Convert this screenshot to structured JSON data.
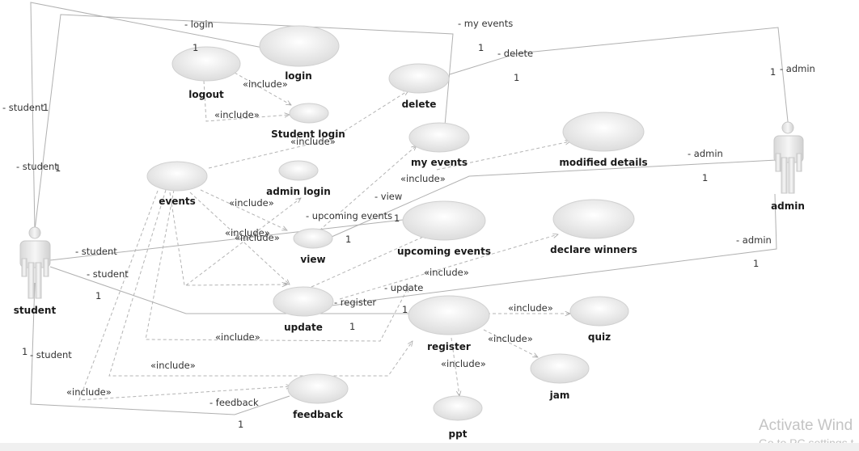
{
  "actors": {
    "student": "student",
    "admin": "admin"
  },
  "use_cases": {
    "login": "login",
    "logout": "logout",
    "student_login": "Student login",
    "delete": "delete",
    "my_events": "my events",
    "modified_details": "modified details",
    "admin_login": "admin login",
    "events": "events",
    "view": "view",
    "upcoming_events": "upcoming events",
    "declare_winners": "declare winners",
    "update": "update",
    "register": "register",
    "quiz": "quiz",
    "jam": "jam",
    "ppt": "ppt",
    "feedback": "feedback"
  },
  "association_labels": {
    "login": "- login",
    "my_events": "- my events",
    "delete": "- delete",
    "admin": "- admin",
    "student": "- student",
    "view": "- view",
    "upcoming_events": "- upcoming events",
    "update": "- update",
    "register": "- register",
    "feedback": "- feedback"
  },
  "include_label": "«include»",
  "multiplicity": "1",
  "watermark": {
    "line1": "Activate Wind",
    "line2": "Go to PC settings t"
  }
}
